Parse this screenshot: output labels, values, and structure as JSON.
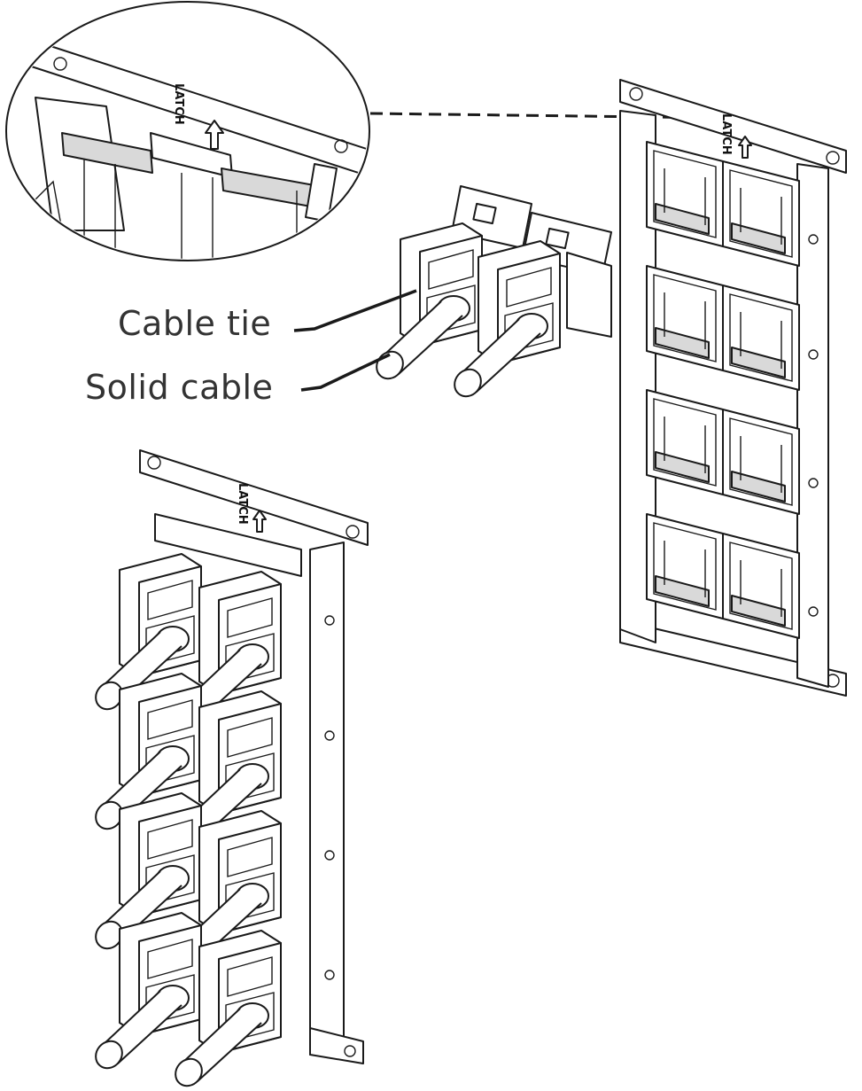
{
  "callouts": {
    "cable_tie": "Cable tie",
    "solid_cable": "Solid cable"
  },
  "panel_marking": "LATCH",
  "colors": {
    "line": "#1a1a1a",
    "label_text": "#333333",
    "background": "#ffffff"
  },
  "icons": {
    "latch_arrow": "up-arrow-icon"
  }
}
